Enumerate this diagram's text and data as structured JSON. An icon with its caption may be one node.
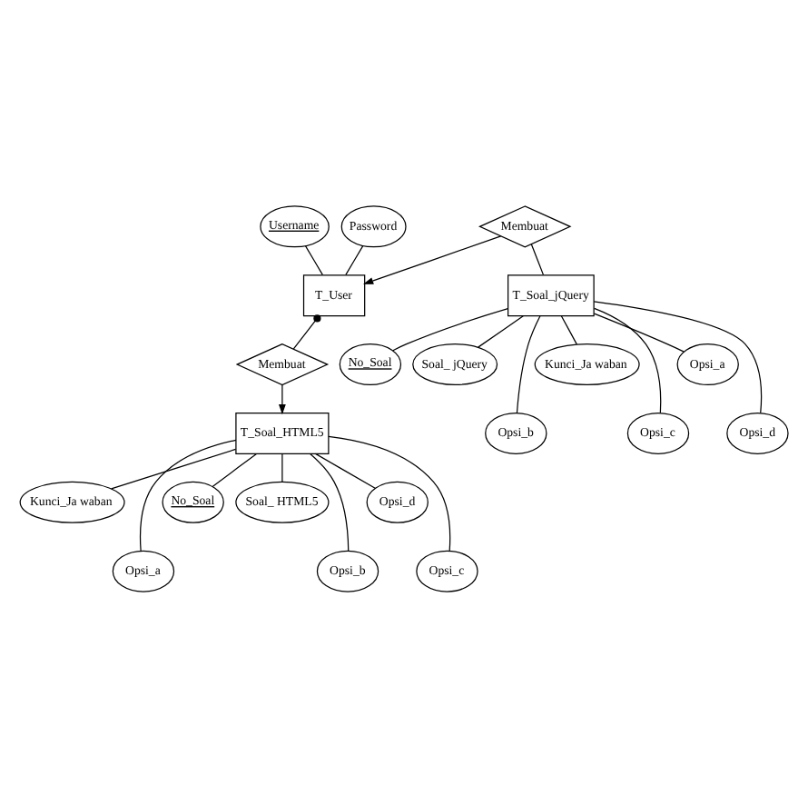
{
  "diagram": {
    "nodes": [
      {
        "text": [
          "Username"
        ]
      },
      {
        "text": [
          "Password"
        ]
      },
      {
        "text": [
          "T_User"
        ]
      },
      {
        "text": [
          "Membuat"
        ]
      },
      {
        "text": [
          "T_Soal_HTML5"
        ]
      },
      {
        "text": [
          "Kunci_Ja waban"
        ]
      },
      {
        "text": [
          "Opsi_a"
        ]
      },
      {
        "text": [
          "No_Soal"
        ]
      },
      {
        "text": [
          "Soal_ HTML5"
        ]
      },
      {
        "text": [
          "Opsi_b"
        ]
      },
      {
        "text": [
          "Opsi_d"
        ]
      },
      {
        "text": [
          "Opsi_c"
        ]
      },
      {
        "text": [
          "Membuat"
        ]
      },
      {
        "text": [
          "No_Soal"
        ]
      },
      {
        "text": [
          "T_Soal_jQuery"
        ]
      },
      {
        "text": [
          "Soal_ jQuery"
        ]
      },
      {
        "text": [
          "Opsi_b"
        ]
      },
      {
        "text": [
          "Kunci_Ja waban"
        ]
      },
      {
        "text": [
          "Opsi_c"
        ]
      },
      {
        "text": [
          "Opsi_a"
        ]
      },
      {
        "text": [
          "Opsi_d"
        ]
      }
    ],
    "edges": [
      {
        "from": 0,
        "to": 2,
        "arrow": "none"
      },
      {
        "from": 1,
        "to": 2,
        "arrow": "none"
      },
      {
        "from": 2,
        "to": 3,
        "arrow": "other"
      },
      {
        "from": 3,
        "to": 4,
        "arrow": "to"
      },
      {
        "from": 4,
        "to": 5,
        "arrow": "none"
      },
      {
        "from": 4,
        "to": 6,
        "arrow": "none"
      },
      {
        "from": 4,
        "to": 7,
        "arrow": "none"
      },
      {
        "from": 4,
        "to": 8,
        "arrow": "none"
      },
      {
        "from": 4,
        "to": 9,
        "arrow": "none"
      },
      {
        "from": 4,
        "to": 10,
        "arrow": "none"
      },
      {
        "from": 4,
        "to": 11,
        "arrow": "none"
      },
      {
        "from": 12,
        "to": 2,
        "arrow": "to"
      },
      {
        "from": 12,
        "to": 14,
        "arrow": "none"
      },
      {
        "from": 14,
        "to": 13,
        "arrow": "none"
      },
      {
        "from": 14,
        "to": 15,
        "arrow": "none"
      },
      {
        "from": 14,
        "to": 16,
        "arrow": "none"
      },
      {
        "from": 14,
        "to": 17,
        "arrow": "none"
      },
      {
        "from": 14,
        "to": 18,
        "arrow": "none"
      },
      {
        "from": 14,
        "to": 19,
        "arrow": "none"
      },
      {
        "from": 14,
        "to": 20,
        "arrow": "none"
      }
    ]
  }
}
